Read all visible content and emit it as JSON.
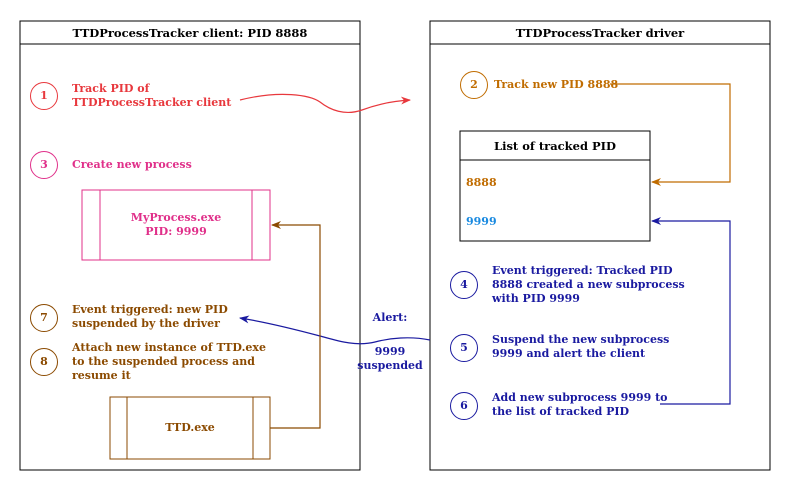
{
  "client": {
    "title": "TTDProcessTracker client: PID 8888"
  },
  "driver": {
    "title": "TTDProcessTracker driver"
  },
  "steps": [
    {
      "num": "1",
      "lines": [
        "Track PID of",
        "TTDProcessTracker client"
      ]
    },
    {
      "num": "2",
      "lines": [
        "Track new PID 8888"
      ]
    },
    {
      "num": "3",
      "lines": [
        "Create new process"
      ]
    },
    {
      "num": "4",
      "lines": [
        "Event triggered: Tracked PID",
        "8888 created a new subprocess",
        "with PID 9999"
      ]
    },
    {
      "num": "5",
      "lines": [
        "Suspend the new subprocess",
        "9999 and alert the client"
      ]
    },
    {
      "num": "6",
      "lines": [
        "Add new subprocess 9999 to",
        "the list of tracked PID"
      ]
    },
    {
      "num": "7",
      "lines": [
        "Event triggered: new PID",
        "suspended by the driver"
      ]
    },
    {
      "num": "8",
      "lines": [
        "Attach new instance of TTD.exe",
        "to the suspended process and",
        "resume it"
      ]
    }
  ],
  "myprocess": {
    "lines": [
      "MyProcess.exe",
      "PID: 9999"
    ]
  },
  "ttd": {
    "label": "TTD.exe"
  },
  "pid_list": {
    "title": "List of tracked PID",
    "entries": [
      "8888",
      "9999"
    ]
  },
  "alert": {
    "title": "Alert:",
    "lines": [
      "9999",
      "suspended"
    ]
  },
  "colors": {
    "red": "#e8383d",
    "orange": "#c06c00",
    "pink": "#e0308a",
    "brown": "#8b4a00",
    "navy": "#1a1aa0",
    "blue": "#1a8ae0"
  }
}
